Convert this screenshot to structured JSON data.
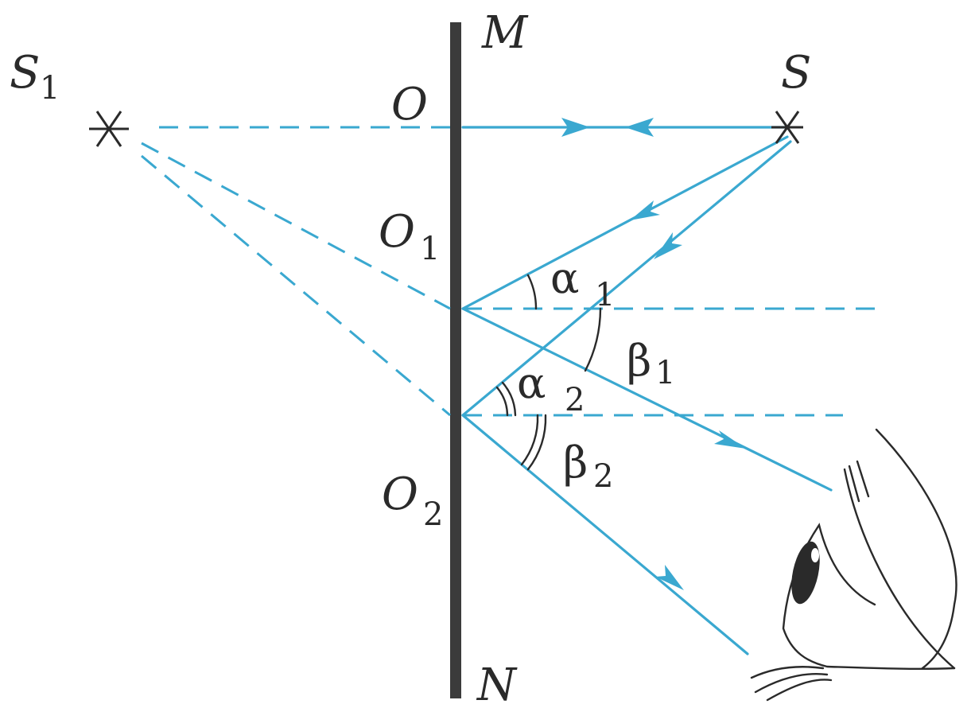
{
  "labels": {
    "M": "M",
    "N": "N",
    "O": "O",
    "O1": "O",
    "O1_sub": "1",
    "O2": "O",
    "O2_sub": "2",
    "S": "S",
    "S1": "S",
    "S1_sub": "1",
    "alpha1": "α",
    "alpha1_sub": "1",
    "alpha2": "α",
    "alpha2_sub": "2",
    "beta1": "β",
    "beta1_sub": "1",
    "beta2": "β",
    "beta2_sub": "2"
  },
  "colors": {
    "ray": "#3aa8d0",
    "mirror": "#3b3b3b",
    "ink": "#2a2a2a"
  },
  "icons": {
    "source": "star-cross-icon",
    "image_source": "star-cross-icon",
    "observer": "eye-icon"
  }
}
